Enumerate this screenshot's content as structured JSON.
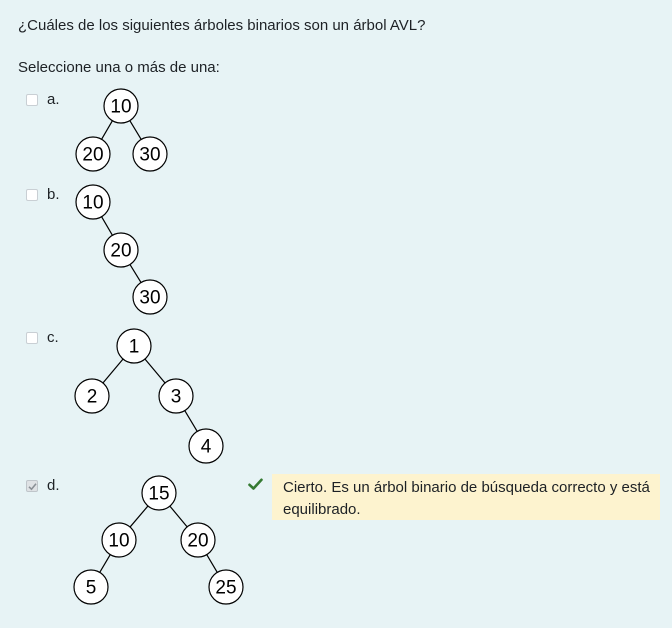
{
  "question": "¿Cuáles de los siguientes árboles binarios son un árbol AVL?",
  "prompt": "Seleccione una o más de una:",
  "options": [
    {
      "letter": "a.",
      "checked": false,
      "nodes": [
        {
          "id": "n1",
          "label": "10"
        },
        {
          "id": "n2",
          "label": "20"
        },
        {
          "id": "n3",
          "label": "30"
        }
      ],
      "edges": [
        [
          "n1",
          "n2"
        ],
        [
          "n1",
          "n3"
        ]
      ]
    },
    {
      "letter": "b.",
      "checked": false,
      "nodes": [
        {
          "id": "n1",
          "label": "10"
        },
        {
          "id": "n2",
          "label": "20"
        },
        {
          "id": "n3",
          "label": "30"
        }
      ],
      "edges": [
        [
          "n1",
          "n2"
        ],
        [
          "n2",
          "n3"
        ]
      ]
    },
    {
      "letter": "c.",
      "checked": false,
      "nodes": [
        {
          "id": "n1",
          "label": "1"
        },
        {
          "id": "n2",
          "label": "2"
        },
        {
          "id": "n3",
          "label": "3"
        },
        {
          "id": "n4",
          "label": "4"
        }
      ],
      "edges": [
        [
          "n1",
          "n2"
        ],
        [
          "n1",
          "n3"
        ],
        [
          "n3",
          "n4"
        ]
      ]
    },
    {
      "letter": "d.",
      "checked": true,
      "nodes": [
        {
          "id": "n1",
          "label": "15"
        },
        {
          "id": "n2",
          "label": "10"
        },
        {
          "id": "n3",
          "label": "20"
        },
        {
          "id": "n4",
          "label": "5"
        },
        {
          "id": "n5",
          "label": "25"
        }
      ],
      "edges": [
        [
          "n1",
          "n2"
        ],
        [
          "n1",
          "n3"
        ],
        [
          "n2",
          "n4"
        ],
        [
          "n3",
          "n5"
        ]
      ]
    }
  ],
  "feedback": {
    "icon": "check-icon",
    "color": "#357a32",
    "text": "Cierto. Es un árbol binario de búsqueda correcto y está equilibrado."
  }
}
